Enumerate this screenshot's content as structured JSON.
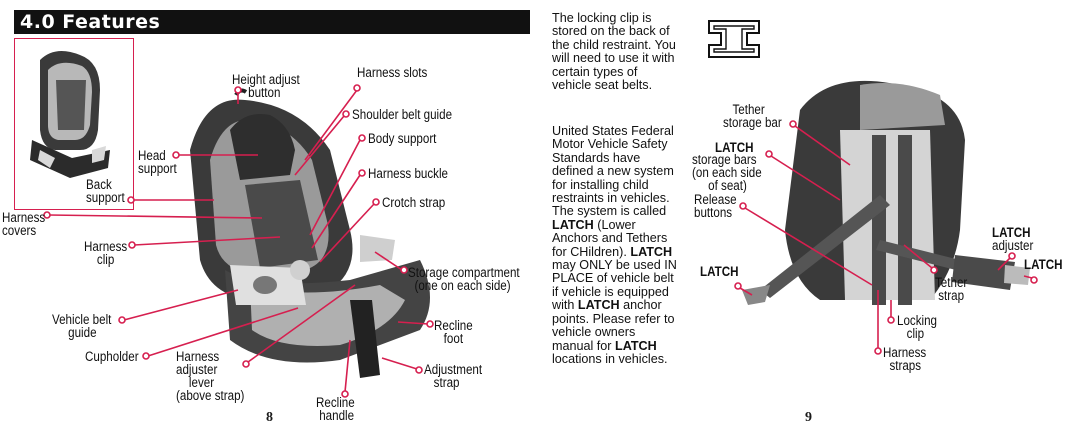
{
  "header": {
    "title": "4.0 Features"
  },
  "left_page": {
    "page_number": "8",
    "labels": {
      "height_adjust_button": "Height adjust\n     button",
      "harness_slots": "Harness slots",
      "shoulder_belt_guide": "Shoulder belt guide",
      "body_support": "Body support",
      "head_support": "Head\nsupport",
      "harness_buckle": "Harness buckle",
      "back_support": "Back\nsupport",
      "crotch_strap": "Crotch strap",
      "harness_covers": "Harness\ncovers",
      "harness_clip": "Harness\n    clip",
      "storage_compartment": "Storage compartment\n  (one on each side)",
      "vehicle_belt_guide": "Vehicle belt\n     guide",
      "recline_foot": "Recline\n   foot",
      "cupholder": "Cupholder",
      "harness_adjuster_lever": "Harness\nadjuster\n    lever\n(above strap)",
      "adjustment_strap": "Adjustment\n   strap",
      "recline_handle": "Recline\n handle"
    }
  },
  "right_page": {
    "page_number": "9",
    "paragraph1": "The locking clip is stored on the back of the child restraint. You will need to use it with certain types of vehicle seat belts.",
    "paragraph2": {
      "p1": "United States Federal Motor Vehicle Safety Standards have defined a new system for installing child restraints in vehicles. The system is called ",
      "latch1": "LATCH",
      "p2": " (Lower Anchors and Tethers for CHildren). ",
      "latch2": "LATCH",
      "p3": " may ONLY be used IN PLACE of vehicle belt if vehicle is equipped with ",
      "latch3": "LATCH",
      "p4": " anchor points. Please refer to vehicle owners manual for ",
      "latch4": "LATCH",
      "p5": " locations in vehicles."
    },
    "labels": {
      "tether_storage_bar": "   Tether\nstorage bar",
      "latch_word": "LATCH",
      "latch_storage_bars": "storage bars\n(on each side\n     of seat)",
      "release_buttons": "Release\nbuttons",
      "latch_adjuster_bold": "LATCH",
      "latch_adjuster": "adjuster",
      "latch_left": "LATCH",
      "latch_right": "LATCH",
      "tether_strap": "Tether\n strap",
      "locking_clip": "Locking\n   clip",
      "harness_straps": "Harness\n  straps"
    }
  },
  "colors": {
    "accent": "#d61f4f",
    "dark": "#3a3a3a",
    "gray": "#b8b8b8"
  }
}
